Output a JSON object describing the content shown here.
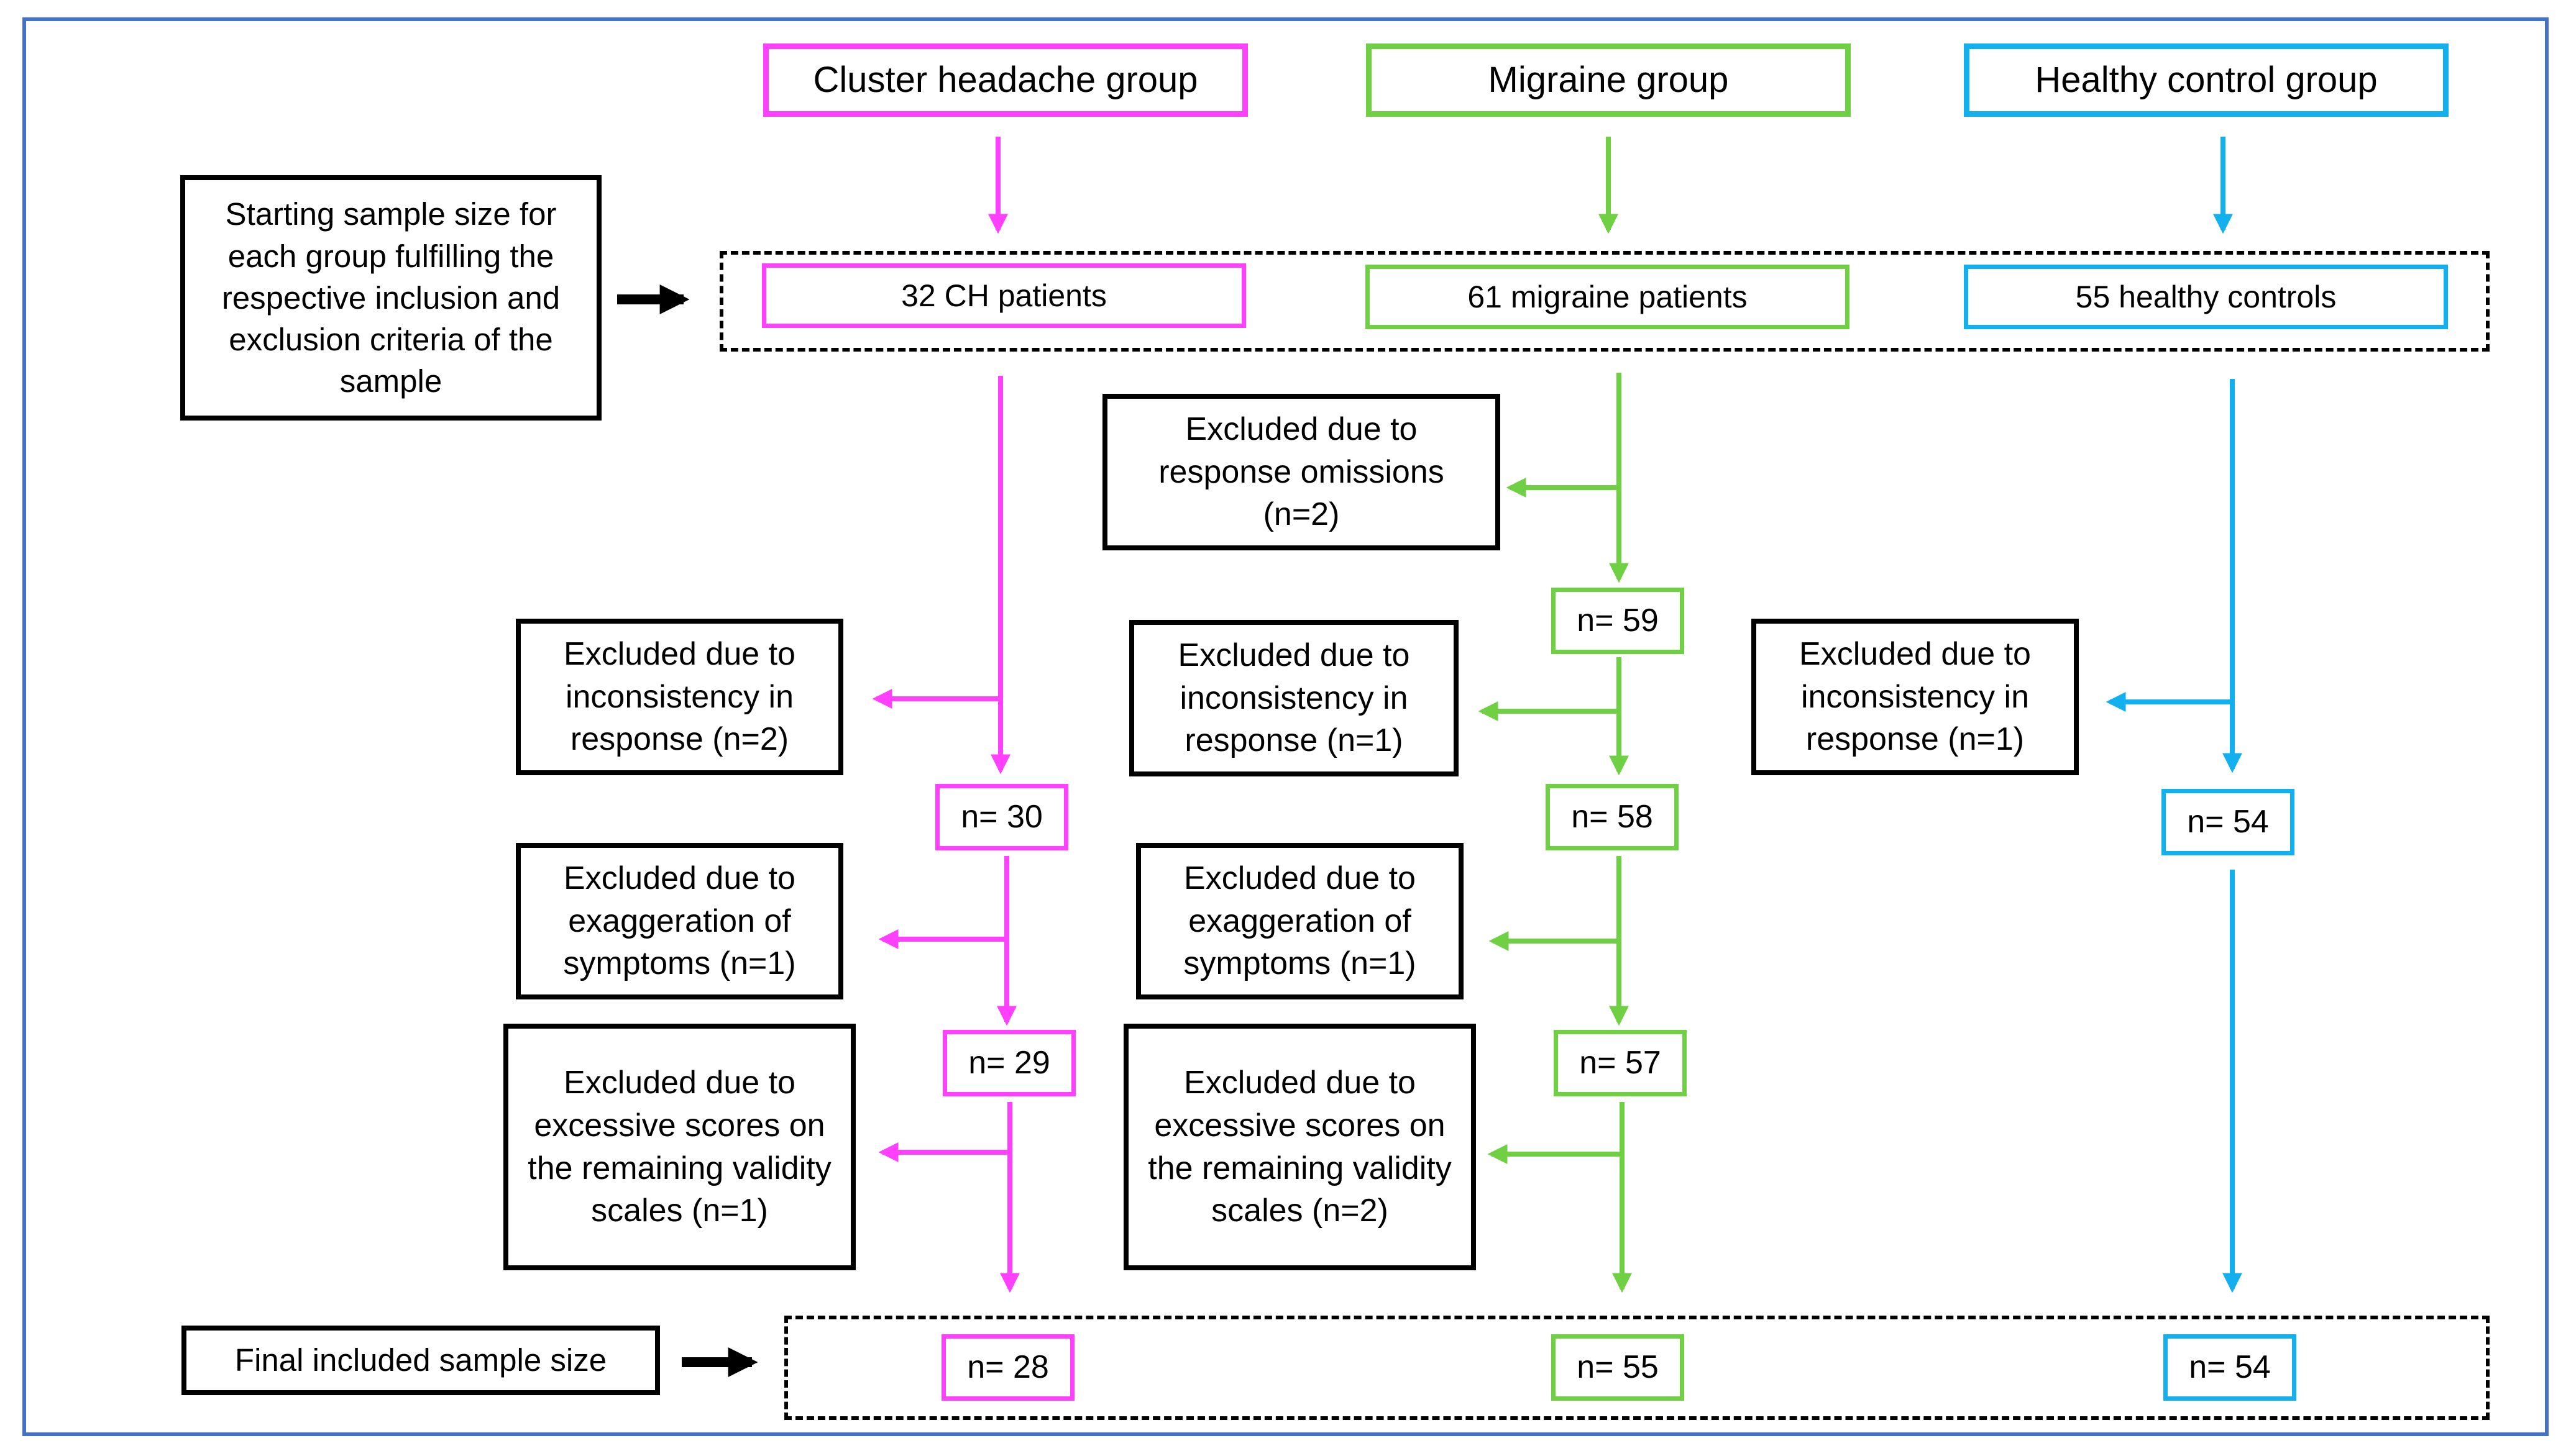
{
  "colors": {
    "cluster": "#ff40ff",
    "migraine": "#6fd043",
    "healthy": "#12b0ef",
    "frame": "#4472c4"
  },
  "groups": {
    "cluster": {
      "title": "Cluster headache group",
      "start": "32 CH patients"
    },
    "migraine": {
      "title": "Migraine group",
      "start": "61 migraine patients"
    },
    "healthy": {
      "title": "Healthy control group",
      "start": "55 healthy controls"
    }
  },
  "left_labels": {
    "starting": "Starting sample size for each group fulfilling the respective inclusion and exclusion criteria of the sample",
    "final": "Final included sample size"
  },
  "exclusions": {
    "migraine_omissions": "Excluded due to response omissions (n=2)",
    "cluster_inconsistency": "Excluded due to inconsistency in response (n=2)",
    "migraine_inconsistency": "Excluded due to inconsistency in response (n=1)",
    "healthy_inconsistency": "Excluded due to inconsistency in response (n=1)",
    "cluster_exaggeration": "Excluded due to exaggeration of symptoms (n=1)",
    "migraine_exaggeration": "Excluded due to exaggeration of symptoms (n=1)",
    "cluster_validity": "Excluded due to excessive scores on the remaining validity scales (n=1)",
    "migraine_validity": "Excluded due to excessive scores on the remaining validity scales (n=2)"
  },
  "counts": {
    "migraine_1": "n= 59",
    "cluster_1": "n= 30",
    "migraine_2": "n= 58",
    "healthy_1": "n= 54",
    "cluster_2": "n= 29",
    "migraine_3": "n= 57",
    "cluster_final": "n= 28",
    "migraine_final": "n= 55",
    "healthy_final": "n= 54"
  }
}
